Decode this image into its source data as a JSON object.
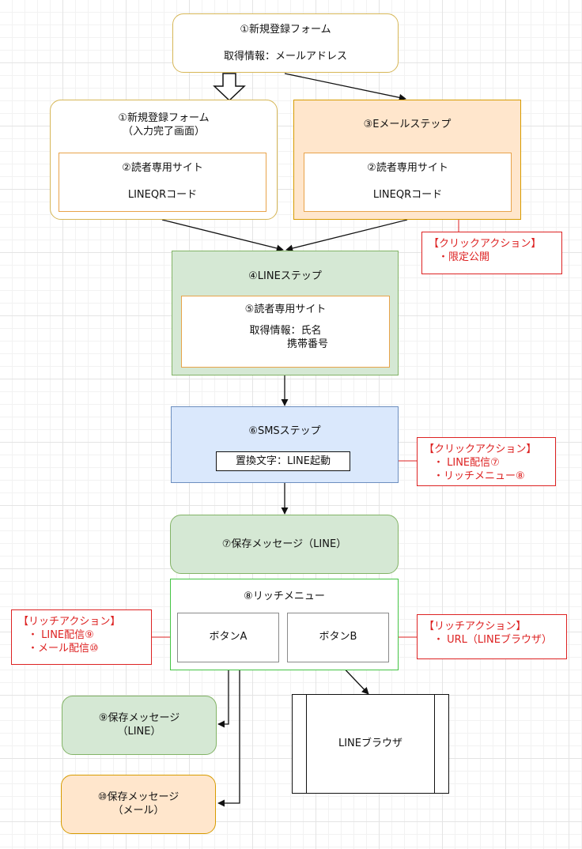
{
  "nodes": {
    "form_top": {
      "line1": "①新規登録フォーム",
      "line2": "取得情報：メールアドレス"
    },
    "form_complete": {
      "line1": "①新規登録フォーム",
      "line2": "（入力完了画面）"
    },
    "reader_site_left": {
      "line1": "②読者専用サイト",
      "line2": "LINEQRコード"
    },
    "email_step": {
      "title": "③Eメールステップ"
    },
    "reader_site_right": {
      "line1": "②読者専用サイト",
      "line2": "LINEQRコード"
    },
    "line_step": {
      "title": "④LINEステップ"
    },
    "reader_site_5": {
      "line1": "⑤読者専用サイト",
      "line2": "取得情報：氏名",
      "line3": "携帯番号"
    },
    "sms_step": {
      "title": "⑥SMSステップ"
    },
    "replace_text": {
      "label": "置換文字：LINE起動"
    },
    "saved_msg_7": {
      "label": "⑦保存メッセージ（LINE）"
    },
    "rich_menu": {
      "title": "⑧リッチメニュー"
    },
    "button_a": {
      "label": "ボタンA"
    },
    "button_b": {
      "label": "ボタンB"
    },
    "saved_msg_9": {
      "line1": "⑨保存メッセージ",
      "line2": "（LINE）"
    },
    "saved_msg_10": {
      "line1": "⑩保存メッセージ",
      "line2": "（メール）"
    },
    "line_browser": {
      "label": "LINEブラウザ"
    }
  },
  "notes": {
    "click_action_1": {
      "title": "【クリックアクション】",
      "items": [
        "・限定公開"
      ]
    },
    "click_action_2": {
      "title": "【クリックアクション】",
      "items": [
        "・ LINE配信⑦",
        "・リッチメニュー⑧"
      ]
    },
    "rich_action_a": {
      "title": "【リッチアクション】",
      "items": [
        "・ LINE配信⑨",
        "・メール配信⑩"
      ]
    },
    "rich_action_b": {
      "title": "【リッチアクション】",
      "items": [
        "・ URL（LINEブラウザ）"
      ]
    }
  },
  "colors": {
    "yellow_stroke": "#d6b656",
    "orange_fill": "#ffe6cc",
    "orange_stroke": "#d79b00",
    "green_fill": "#d5e8d4",
    "green_stroke": "#82b366",
    "blue_fill": "#dae8fc",
    "blue_stroke": "#6c8ebf",
    "note_red": "#dd2222"
  }
}
